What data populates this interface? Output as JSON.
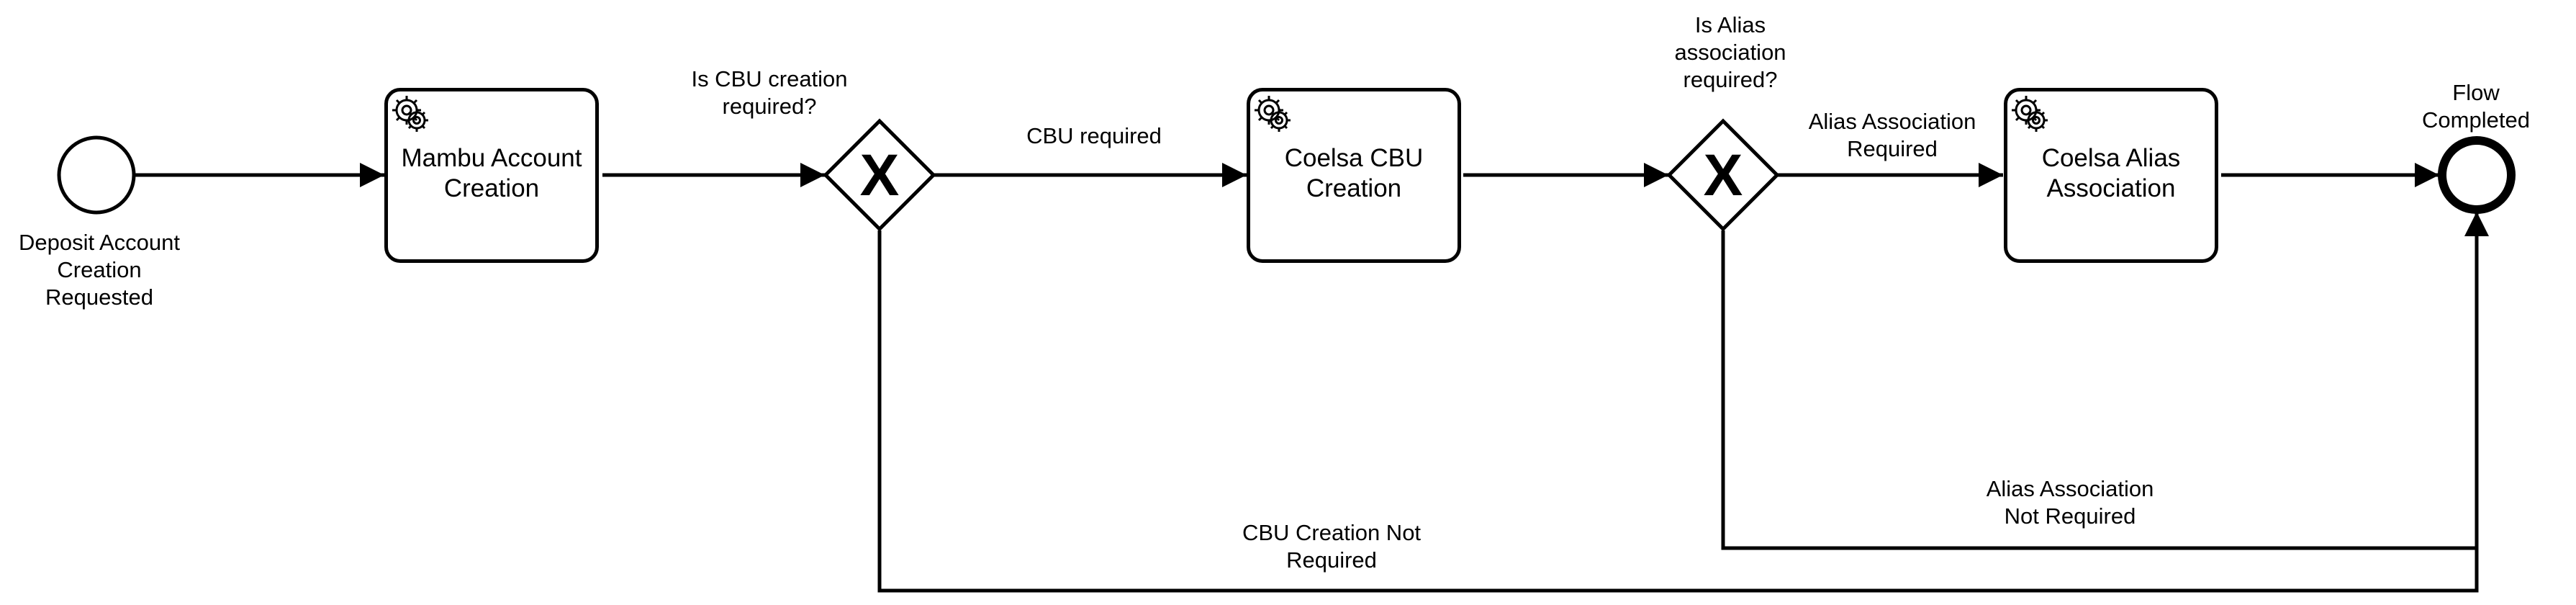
{
  "events": {
    "start_label": "Deposit Account\nCreation\nRequested",
    "end_label": "Flow Completed"
  },
  "tasks": {
    "mambu": {
      "label": "Mambu Account\nCreation",
      "icon": "gear-icon"
    },
    "cbu": {
      "label": "Coelsa CBU\nCreation",
      "icon": "gear-icon"
    },
    "alias": {
      "label": "Coelsa Alias\nAssociation",
      "icon": "gear-icon"
    }
  },
  "gateways": {
    "cbu_question": "Is CBU creation\nrequired?",
    "alias_question": "Is Alias\nassociation\nrequired?",
    "marker": "X"
  },
  "flows": {
    "cbu_required": "CBU required",
    "alias_required": "Alias Association\nRequired",
    "alias_not_required": "Alias Association\nNot Required",
    "cbu_not_required": "CBU Creation Not\nRequired"
  },
  "colors": {
    "stroke": "#000000",
    "background": "#ffffff"
  }
}
